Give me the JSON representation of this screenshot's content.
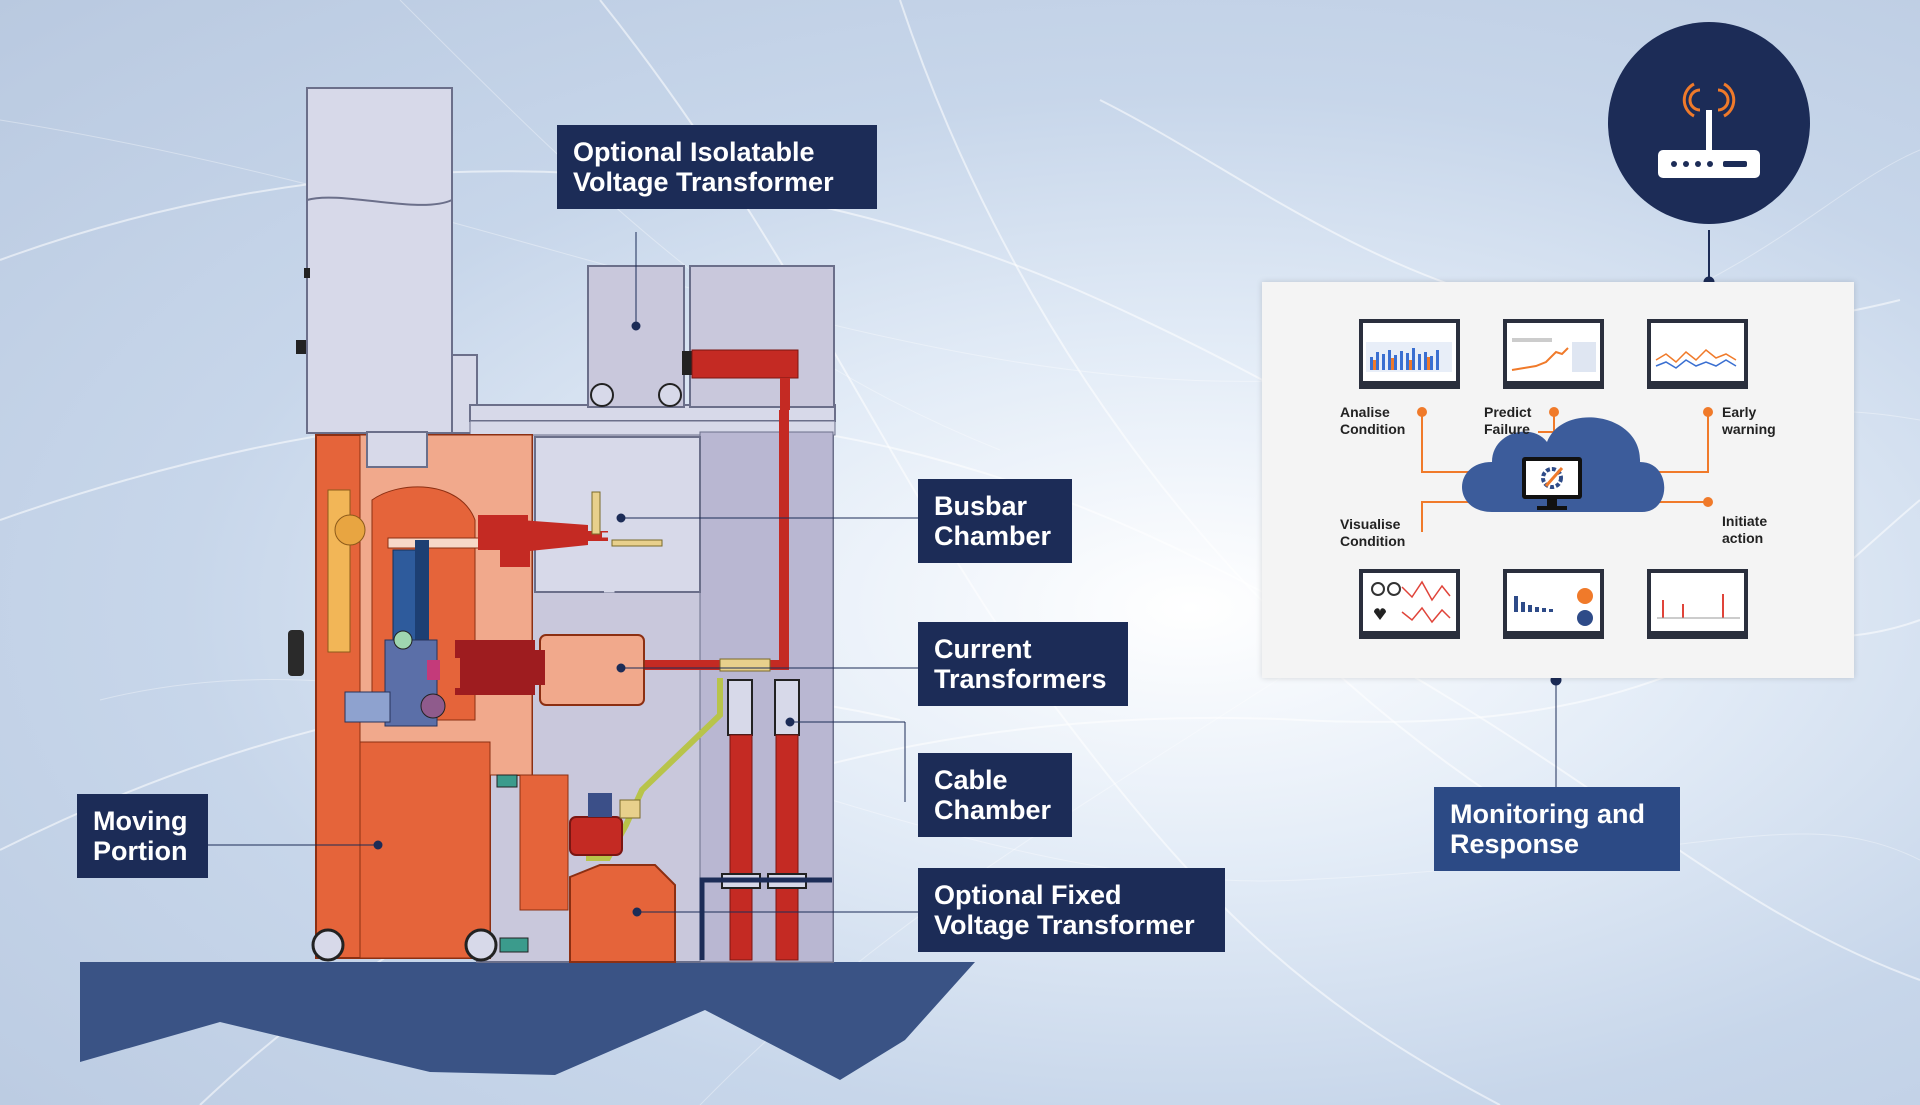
{
  "labels": {
    "isolatable_vt": [
      "Optional Isolatable",
      "Voltage Transformer"
    ],
    "busbar": [
      "Busbar",
      "Chamber"
    ],
    "current_transformers": [
      "Current",
      "Transformers"
    ],
    "cable_chamber": [
      "Cable",
      "Chamber"
    ],
    "fixed_vt": [
      "Optional Fixed",
      "Voltage Transformer"
    ],
    "moving_portion": [
      "Moving",
      "Portion"
    ],
    "monitoring": [
      "Monitoring and",
      "Response"
    ]
  },
  "monitoring_panel": {
    "analise": [
      "Analise",
      "Condition"
    ],
    "predict": [
      "Predict",
      "Failure"
    ],
    "early": [
      "Early",
      "warning"
    ],
    "visualise": [
      "Visualise",
      "Condition"
    ],
    "initiate": [
      "Initiate",
      "action"
    ]
  },
  "icons": {
    "router": "router-icon",
    "cloud": "cloud-icon",
    "gear_monitor": "gear-monitor-icon"
  },
  "colors": {
    "label_navy": "#1c2c57",
    "label_blue": "#2c4a85",
    "orange": "#e5643a",
    "red": "#c42a23",
    "salmon": "#f1a98c",
    "lavender": "#c9c8dc",
    "base": "#3a5385",
    "accent_orange": "#f07a2a"
  }
}
